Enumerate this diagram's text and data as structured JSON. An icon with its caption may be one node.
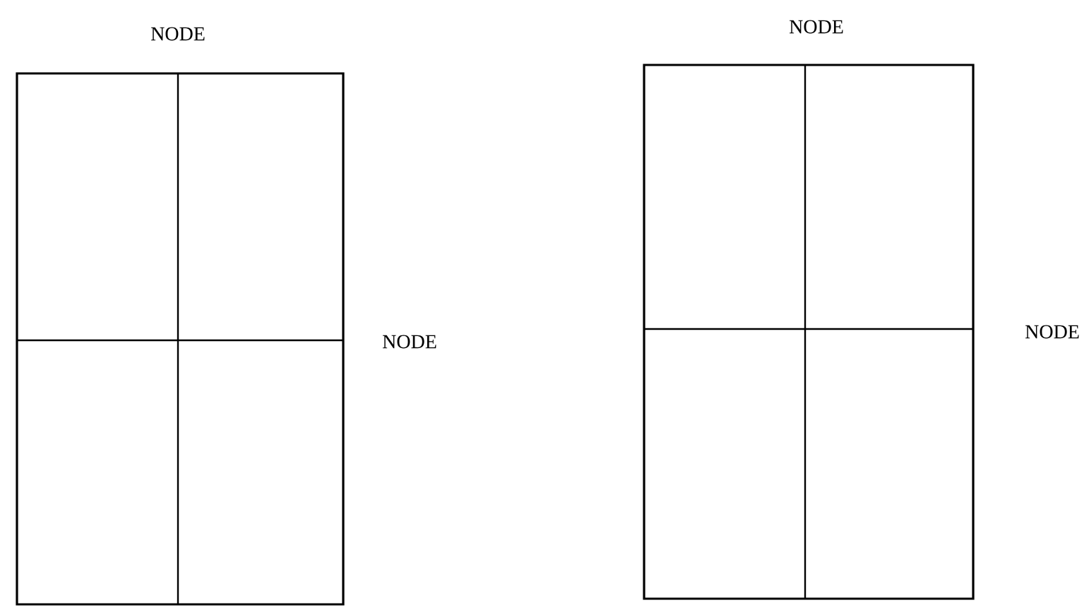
{
  "diagram": {
    "nodes": [
      {
        "text": [],
        "shape": "box",
        "beside": [
          "NODE",
          "NODE"
        ]
      },
      {
        "text": [],
        "shape": "box",
        "beside": [
          "NODE",
          "NODE"
        ]
      }
    ]
  }
}
